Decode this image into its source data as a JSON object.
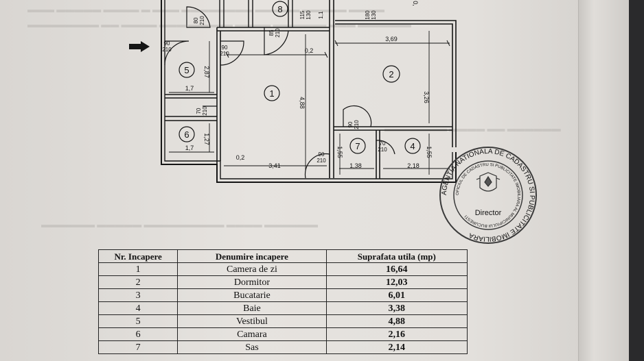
{
  "plan": {
    "rooms": [
      {
        "id": "1"
      },
      {
        "id": "2"
      },
      {
        "id": "4"
      },
      {
        "id": "5"
      },
      {
        "id": "6"
      },
      {
        "id": "7"
      },
      {
        "id": "8"
      }
    ],
    "doors": [
      {
        "label": "90\n210"
      },
      {
        "label": "80\n210"
      },
      {
        "label": "90\n210"
      },
      {
        "label": "85\n210"
      },
      {
        "label": "115\n130"
      },
      {
        "label": "180\n130"
      },
      {
        "label": "70\n210"
      },
      {
        "label": "90\n210"
      },
      {
        "label": "70\n210"
      },
      {
        "label": "90\n210"
      },
      {
        "label": "1,1"
      }
    ],
    "dimensions": [
      "3,69",
      "0,2",
      "4,88",
      "3,26",
      "2,87",
      "1,7",
      "1,7",
      "1,27",
      "0,2",
      "3,41",
      "1,55",
      "1,38",
      "2,18",
      "1,55",
      "0,"
    ]
  },
  "stamp": {
    "center_text": "Director",
    "ring_text": "AGENTIA NATIONALA DE CADASTRU SI PUBLICITATE IMOBILIARA",
    "inner_text": "OFICIUL DE CADASTRU SI PUBLICITATE IMOBILIARA AL MUNICIPIULUI BUCURESTI"
  },
  "table": {
    "headers": [
      "Nr. Incapere",
      "Denumire incapere",
      "Suprafata utila (mp)"
    ],
    "rows": [
      {
        "nr": "1",
        "name": "Camera de zi",
        "area": "16,64"
      },
      {
        "nr": "2",
        "name": "Dormitor",
        "area": "12,03"
      },
      {
        "nr": "3",
        "name": "Bucatarie",
        "area": "6,01"
      },
      {
        "nr": "4",
        "name": "Baie",
        "area": "3,38"
      },
      {
        "nr": "5",
        "name": "Vestibul",
        "area": "4,88"
      },
      {
        "nr": "6",
        "name": "Camara",
        "area": "2,16"
      },
      {
        "nr": "7",
        "name": "Sas",
        "area": "2,14"
      }
    ]
  }
}
